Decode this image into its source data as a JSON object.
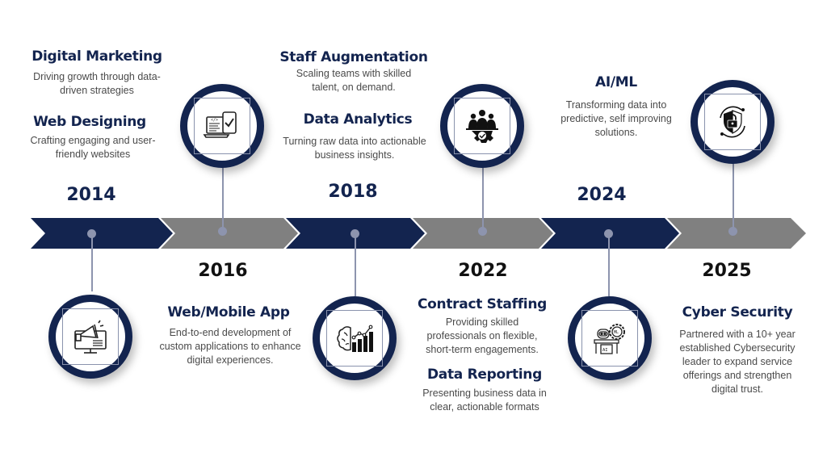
{
  "colors": {
    "navy": "#13244f",
    "gray": "#808080",
    "connector": "#8d94ae"
  },
  "timeline": [
    {
      "year": "2014",
      "segment_color": "navy",
      "icon": "monitor-megaphone-icon",
      "entries": [
        {
          "title": "Digital Marketing",
          "desc": "Driving growth through data-driven strategies"
        },
        {
          "title": "Web Designing",
          "desc": "Crafting engaging and user-friendly websites"
        }
      ]
    },
    {
      "year": "2016",
      "segment_color": "gray",
      "icon": "laptop-phone-check-icon",
      "entries": [
        {
          "title": "Web/Mobile App",
          "desc": "End-to-end development of custom applications to enhance digital experiences."
        }
      ]
    },
    {
      "year": "2018",
      "segment_color": "navy",
      "icon": "brain-chart-icon",
      "entries": [
        {
          "title": "Staff Augmentation",
          "desc": "Scaling teams with skilled talent, on demand."
        },
        {
          "title": "Data Analytics",
          "desc": "Turning raw data into actionable business insights."
        }
      ]
    },
    {
      "year": "2022",
      "segment_color": "gray",
      "icon": "team-gear-icon",
      "entries": [
        {
          "title": "Contract Staffing",
          "desc": "Providing skilled professionals on flexible, short-term engagements."
        },
        {
          "title": "Data Reporting",
          "desc": "Presenting business data in clear, actionable formats"
        }
      ]
    },
    {
      "year": "2024",
      "segment_color": "navy",
      "icon": "robot-ai-ml-icon",
      "entries": [
        {
          "title": "AI/ML",
          "desc": "Transforming data into predictive, self improving solutions."
        }
      ]
    },
    {
      "year": "2025",
      "segment_color": "gray",
      "icon": "shield-lock-icon",
      "entries": [
        {
          "title": "Cyber Security",
          "desc": "Partnered with a 10+ year established Cybersecurity leader to expand service offerings and strengthen digital trust."
        }
      ]
    }
  ]
}
